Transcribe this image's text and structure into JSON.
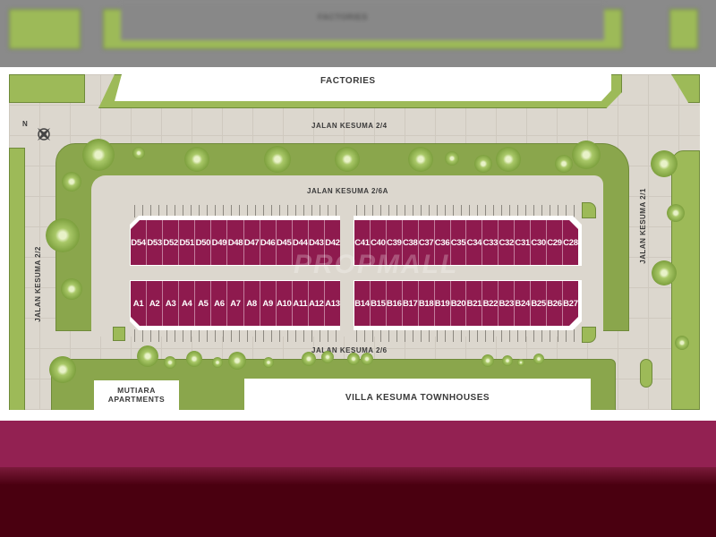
{
  "map": {
    "factories": "FACTORIES",
    "roads": {
      "r24": "JALAN KESUMA 2/4",
      "r26a": "JALAN KESUMA 2/6A",
      "r26": "JALAN KESUMA 2/6",
      "r22": "JALAN KESUMA 2/2",
      "r21": "JALAN KESUMA 2/1"
    },
    "compass": "N",
    "watermark": "PROPMALL",
    "mutiara": [
      "MUTIARA",
      "APARTMENTS"
    ],
    "villa": "VILLA KESUMA TOWNHOUSES",
    "lots": {
      "row_d": [
        "D54",
        "D53",
        "D52",
        "D51",
        "D50",
        "D49",
        "D48",
        "D47",
        "D46",
        "D45",
        "D44",
        "D43",
        "D42"
      ],
      "row_a": [
        "A1",
        "A2",
        "A3",
        "A4",
        "A5",
        "A6",
        "A7",
        "A8",
        "A9",
        "A10",
        "A11",
        "A12",
        "A13"
      ],
      "row_c": [
        "C41",
        "C40",
        "C39",
        "C38",
        "C37",
        "C36",
        "C35",
        "C34",
        "C33",
        "C32",
        "C31",
        "C30",
        "C29",
        "C28"
      ],
      "row_b": [
        "B14",
        "B15",
        "B16",
        "B17",
        "B18",
        "B19",
        "B20",
        "B21",
        "B22",
        "B23",
        "B24",
        "B25",
        "B26",
        "B27"
      ]
    },
    "colors": {
      "lot": "#8e1a4e",
      "green": "#9dba58",
      "road": "#dcd7ce",
      "band": "#932152",
      "dark": "#4a0010"
    }
  }
}
